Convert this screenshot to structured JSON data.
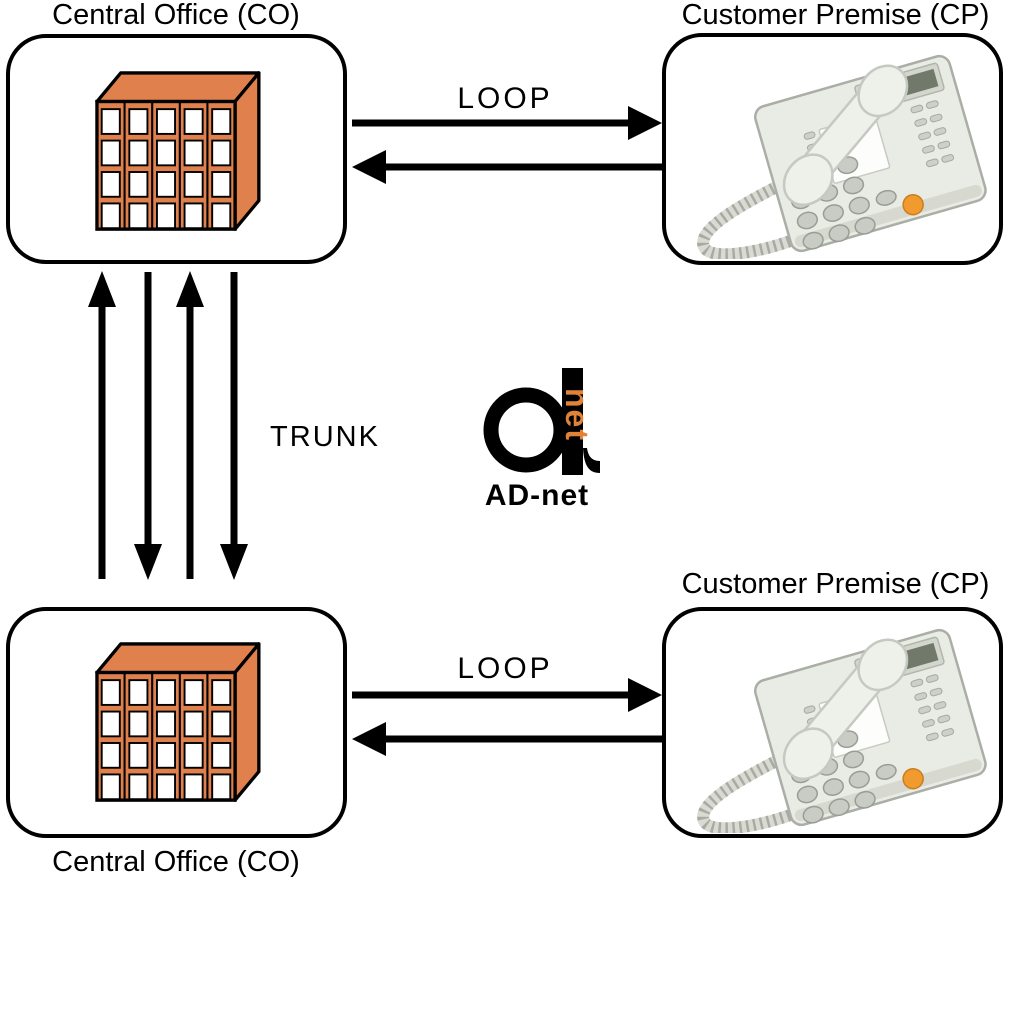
{
  "nodes": {
    "co_top": {
      "label": "Central Office (CO)",
      "icon": "office-building"
    },
    "cp_top": {
      "label": "Customer Premise (CP)",
      "icon": "desk-telephone"
    },
    "co_bottom": {
      "label": "Central Office (CO)",
      "icon": "office-building"
    },
    "cp_bottom": {
      "label": "Customer Premise (CP)",
      "icon": "desk-telephone"
    }
  },
  "connections": {
    "loop_top": {
      "label": "LOOP",
      "from": "co_top",
      "to": "cp_top",
      "arrows": "one right, one left"
    },
    "loop_bottom": {
      "label": "LOOP",
      "from": "co_bottom",
      "to": "cp_bottom",
      "arrows": "one right, one left"
    },
    "trunk": {
      "label": "TRUNK",
      "from": "co_top",
      "to": "co_bottom",
      "arrows": "four vertical, alternating up/down"
    }
  },
  "logo": {
    "vertical_word": "net",
    "caption": "AD-net"
  },
  "colors": {
    "building_orange": "#E0814D",
    "logo_orange": "#E08238",
    "outline_black": "#000000",
    "phone_body": "#E9EBE5",
    "phone_display": "#70796A",
    "phone_orange_button": "#F19A30",
    "background": "#FFFFFF"
  }
}
